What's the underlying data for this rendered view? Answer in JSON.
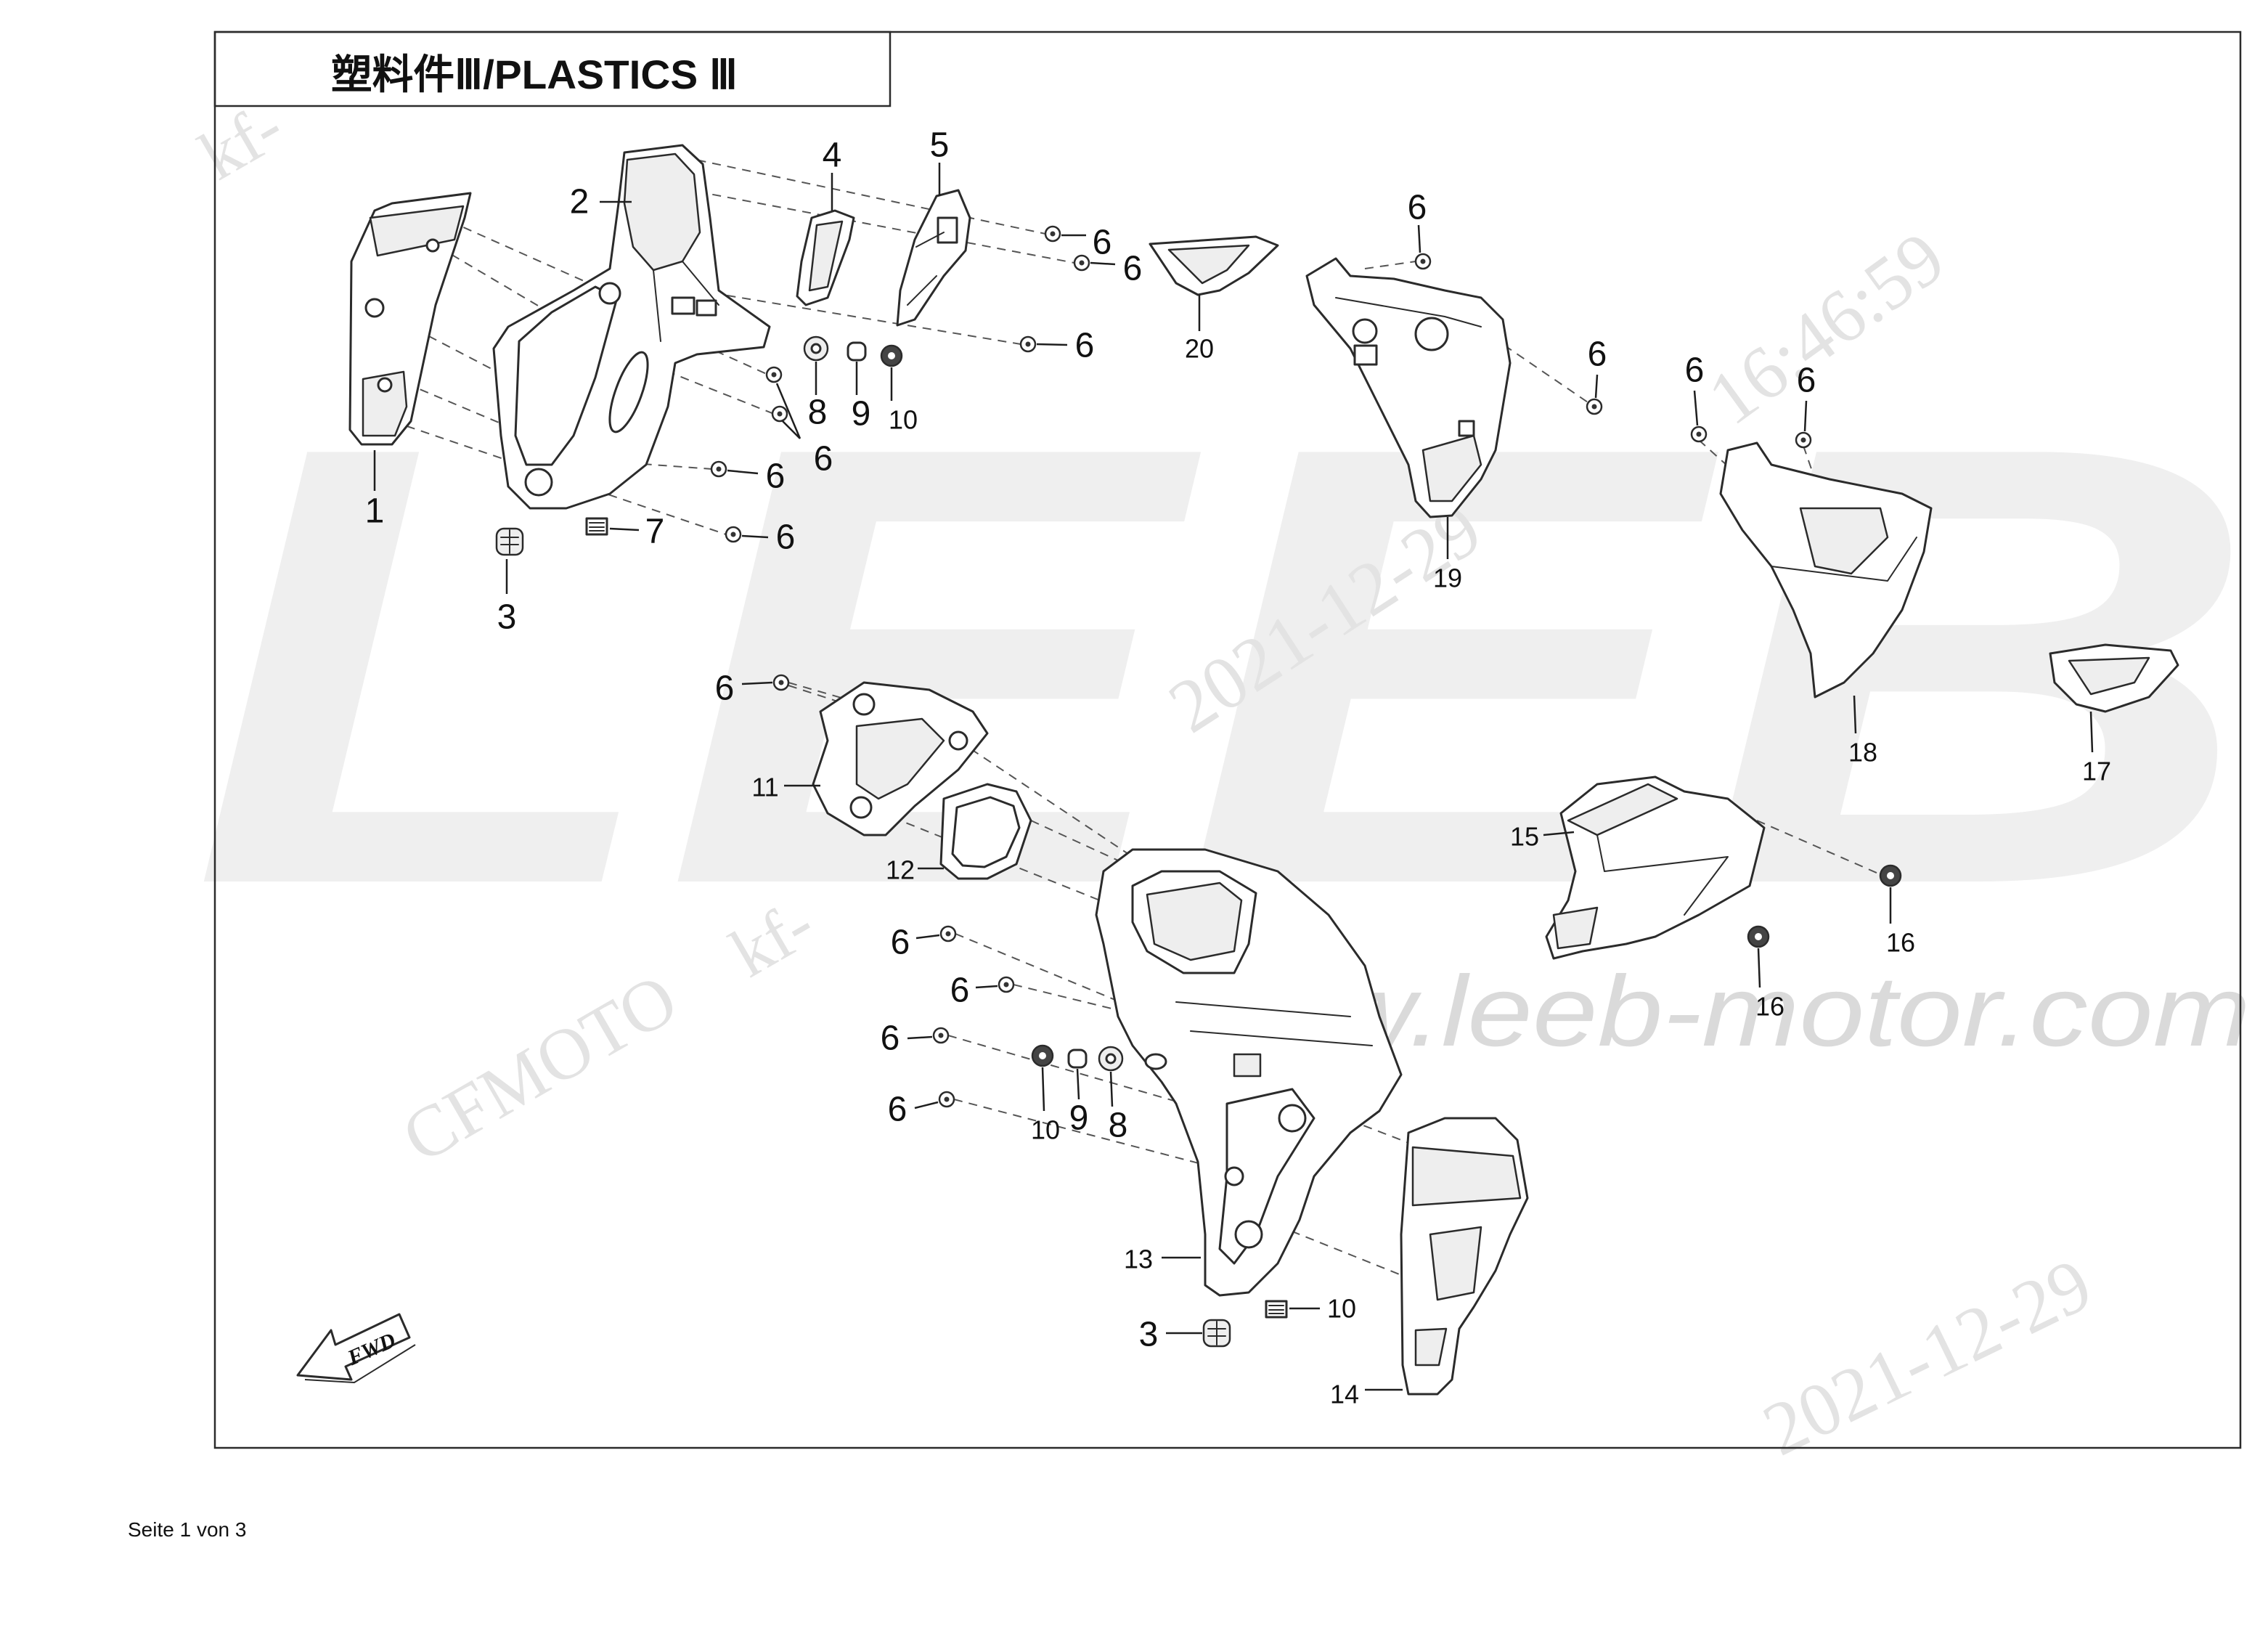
{
  "page": {
    "title": "塑料件Ⅲ/PLASTICS Ⅲ",
    "footer": "Seite 1 von 3"
  },
  "direction_arrow": {
    "label": "FWD",
    "icon": "forward-arrow-icon"
  },
  "watermarks": {
    "brand": "LEEB",
    "website": "www.leeb-motor.com",
    "maker": "CFMOTO",
    "user_top": "kf-",
    "user_mid": "kf-",
    "date_mid": "2021-12-29",
    "time_top": "16:46:59",
    "date_bottom": "2021-12-29"
  },
  "colors": {
    "line": "#2b2b2b",
    "watermark": "#e3e3e3",
    "background": "#ffffff"
  },
  "callouts": [
    "1",
    "2",
    "3",
    "4",
    "5",
    "6",
    "6",
    "6",
    "6",
    "6",
    "6",
    "7",
    "8",
    "9",
    "10",
    "20",
    "6",
    "19",
    "6",
    "6",
    "6",
    "18",
    "17",
    "6",
    "11",
    "12",
    "15",
    "16",
    "16",
    "6",
    "6",
    "6",
    "6",
    "10",
    "9",
    "8",
    "13",
    "3",
    "10",
    "14"
  ]
}
